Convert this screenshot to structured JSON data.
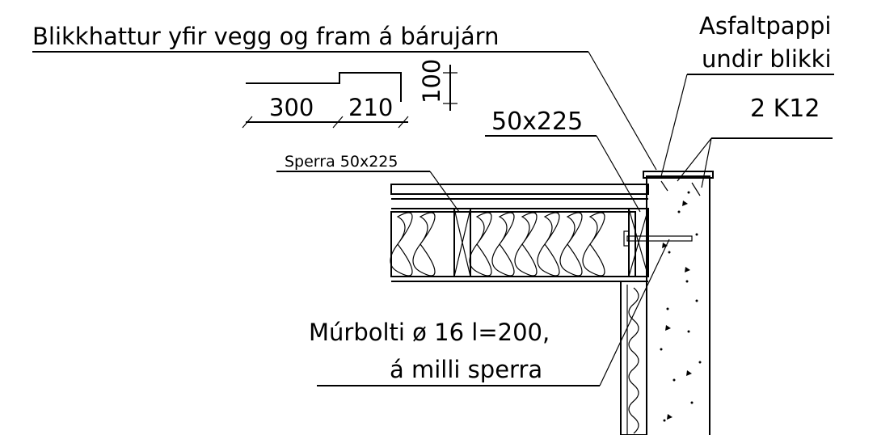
{
  "labels": {
    "cap_flashing": "Blikkhattur yfir vegg og fram á bárujárn",
    "felt_line1": "Asfaltpappi",
    "felt_line2": "undir blikki",
    "rebar": "2 K12",
    "rafter_size": "50x225",
    "rafter": "Sperra 50x225",
    "bolt_line1": "Múrbolti ø 16 l=200,",
    "bolt_line2": "á milli sperra"
  },
  "dimensions": {
    "dim_300": "300",
    "dim_210": "210",
    "dim_100": "100"
  },
  "colors": {
    "ink": "#000000",
    "paper": "#ffffff"
  }
}
